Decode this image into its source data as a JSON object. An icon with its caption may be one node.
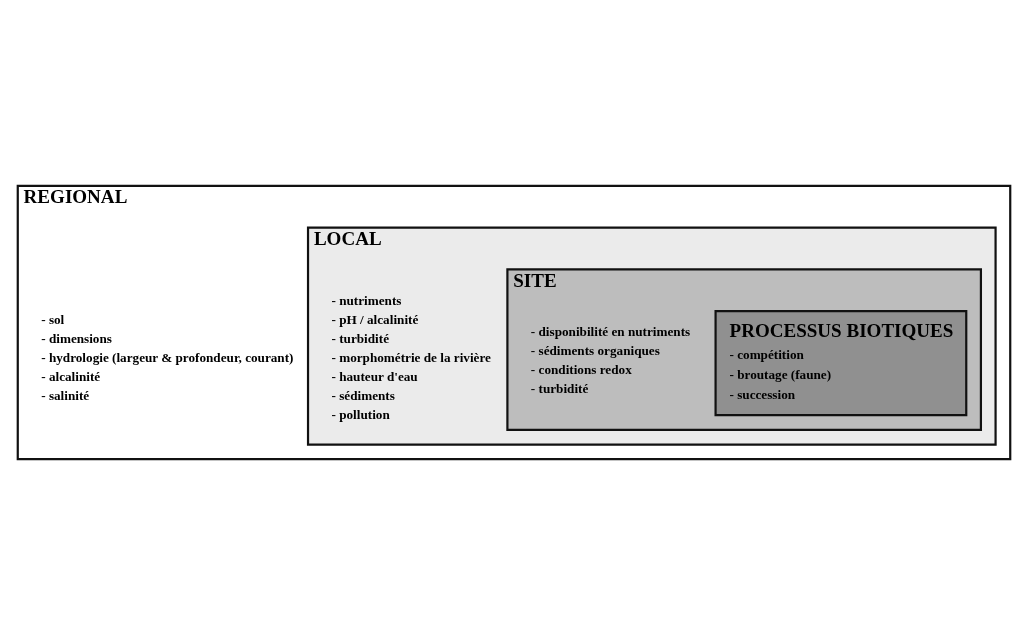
{
  "diagram": {
    "nodes": [
      {
        "text": [
          "REGIONAL",
          "- sol",
          "- dimensions",
          "- hydrologie (largeur & profondeur, courant)",
          "- alcalinité",
          "- salinité"
        ]
      },
      {
        "text": [
          "LOCAL",
          "- nutriments",
          "- pH / alcalinité",
          "- turbidité",
          "- morphométrie de la rivière",
          "- hauteur d'eau",
          "- sédiments",
          "- pollution"
        ],
        "in": 0
      },
      {
        "text": [
          "SITE",
          "- disponibilité en nutriments",
          "- sédiments organiques",
          "- conditions redox",
          "- turbidité"
        ],
        "in": 1
      },
      {
        "text": [
          "PROCESSUS BIOTIQUES",
          "- compétition",
          "- broutage (faune)",
          "- succession"
        ],
        "in": 2
      }
    ]
  }
}
